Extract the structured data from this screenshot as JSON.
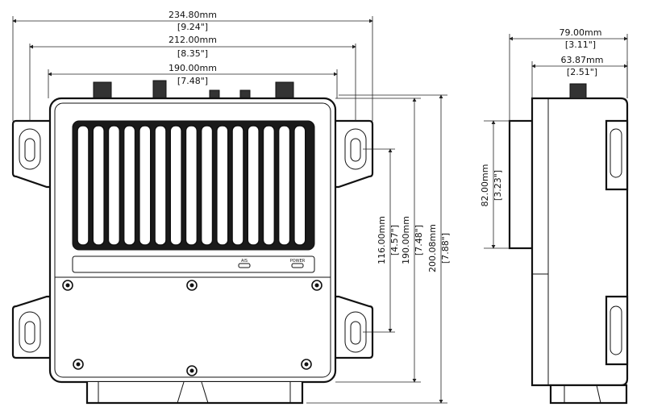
{
  "front_view": {
    "width_overall": {
      "mm": "234.80mm",
      "in": "[9.24\"]"
    },
    "width_mount": {
      "mm": "212.00mm",
      "in": "[8.35\"]"
    },
    "width_body": {
      "mm": "190.00mm",
      "in": "[7.48\"]"
    },
    "height_mount": {
      "mm": "116.00mm",
      "in": "[4.57\"]"
    },
    "height_body": {
      "mm": "190.00mm",
      "in": "[7.48\"]"
    },
    "height_overall": {
      "mm": "200.08mm",
      "in": "[7.88\"]"
    },
    "led_labels": {
      "left": "AIS",
      "right": "POWER"
    }
  },
  "side_view": {
    "depth_overall": {
      "mm": "79.00mm",
      "in": "[3.11\"]"
    },
    "depth_body": {
      "mm": "63.87mm",
      "in": "[2.51\"]"
    },
    "height_heatsink": {
      "mm": "82.00mm",
      "in": "[3.23\"]"
    }
  }
}
